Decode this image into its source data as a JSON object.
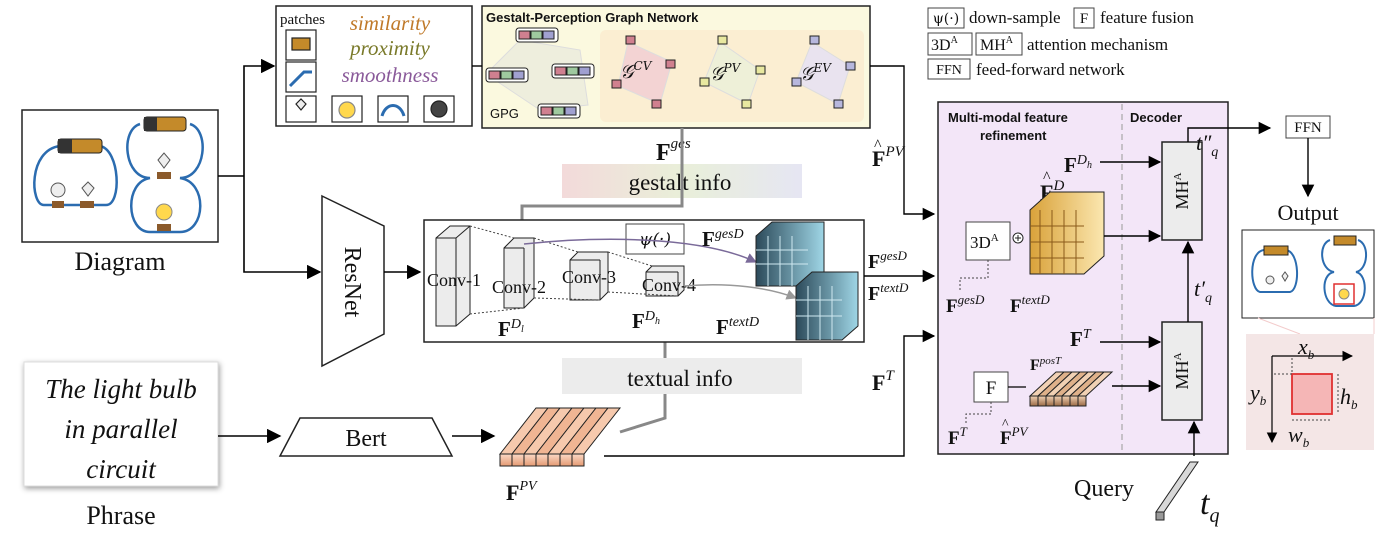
{
  "legend": {
    "psi_symbol": "ψ(·)",
    "psi_desc": "down-sample",
    "f_symbol": "F",
    "f_desc": "feature fusion",
    "attn_a": "3D",
    "attn_b": "MH",
    "attn_sup": "A",
    "attn_desc": "attention mechanism",
    "ffn_symbol": "FFN",
    "ffn_desc": "feed-forward network"
  },
  "diagram_label": "Diagram",
  "patches": {
    "title": "patches",
    "cues": [
      "similarity",
      "proximity",
      "smoothness"
    ]
  },
  "gpg": {
    "title": "Gestalt-Perception Graph Network",
    "label": "GPG",
    "graphs": [
      "CV",
      "PV",
      "EV"
    ],
    "graph_symbol": "𝒢"
  },
  "features": {
    "bold_f": "F",
    "ges": "ges",
    "gesD": "gesD",
    "textD": "textD",
    "PV": "PV",
    "T": "T",
    "posT": "posT",
    "D": "D",
    "Dh": "D",
    "Dh_sub": "h",
    "Dl_sub": "l",
    "hat": "^"
  },
  "info": {
    "gestalt": "gestalt info",
    "textual": "textual info"
  },
  "backbone": {
    "resnet": "ResNet",
    "convs": [
      "Conv-1",
      "Conv-2",
      "Conv-3",
      "Conv-4"
    ],
    "psi": "ψ(·)"
  },
  "phrase": {
    "lines": [
      "The light bulb",
      "in parallel",
      "circuit"
    ],
    "label": "Phrase"
  },
  "bert": "Bert",
  "refine": {
    "title1": "Multi-modal feature",
    "title2": "refinement",
    "decoder": "Decoder",
    "attn3d": "3D",
    "sup_a": "A",
    "fusion": "F",
    "mh": "MH",
    "tq": "t",
    "tq_sub": "q",
    "prime": "′",
    "dprime": "″"
  },
  "query_label": "Query",
  "ffn": "FFN",
  "output": {
    "label": "Output",
    "xb": "x",
    "yb": "y",
    "hb": "h",
    "wb": "w",
    "sub_b": "b"
  }
}
